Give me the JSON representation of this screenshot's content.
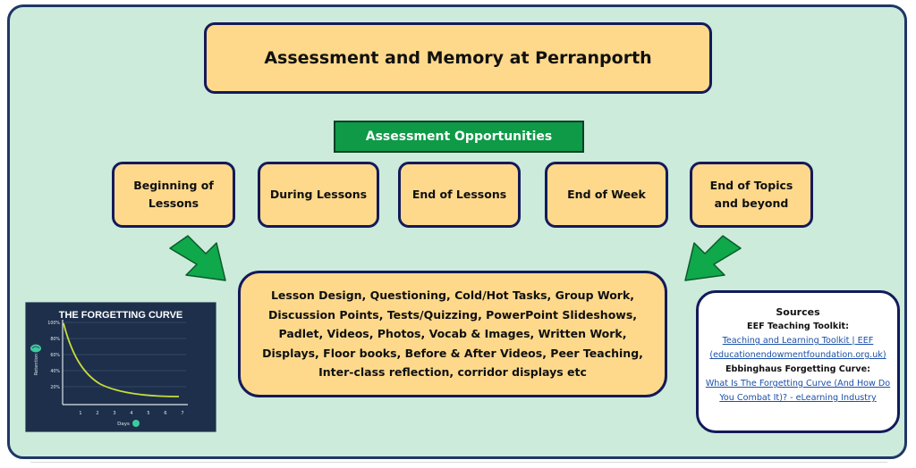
{
  "title": "Assessment and Memory at Perranporth",
  "assessment_header": "Assessment Opportunities",
  "stages": [
    "Beginning of Lessons",
    "During Lessons",
    "End of Lessons",
    "End of Week",
    "End of Topics and beyond"
  ],
  "activities": "Lesson Design, Questioning, Cold/Hot Tasks, Group Work, Discussion Points, Tests/Quizzing, PowerPoint Slideshows, Padlet, Videos, Photos, Vocab & Images, Written Work, Displays, Floor books, Before & After Videos, Peer Teaching,",
  "activities_last_line": "Inter-class reflection, corridor displays etc",
  "graph": {
    "title": "THE FORGETTING CURVE",
    "y_label": "Retention",
    "x_label": "Days",
    "y_ticks": [
      "100%",
      "80%",
      "60%",
      "40%",
      "20%"
    ],
    "x_ticks": [
      "1",
      "2",
      "3",
      "4",
      "5",
      "6",
      "7"
    ]
  },
  "sources": {
    "title": "Sources",
    "eef_label": "EEF Teaching Toolkit:",
    "eef_link": "Teaching and Learning Toolkit | EEF (educationendowmentfoundation.org.uk)",
    "ebb_label": "Ebbinghaus Forgetting Curve:",
    "ebb_link": "What Is The Forgetting Curve (And How Do You Combat It)? - eLearning Industry"
  },
  "colors": {
    "background": "#ccebdb",
    "box_fill": "#fed98b",
    "box_border": "#131a5a",
    "header_green": "#0e9a47",
    "arrow_green": "#0fa84a",
    "graph_bg": "#1d2f4a",
    "curve": "#c8dc3c"
  }
}
